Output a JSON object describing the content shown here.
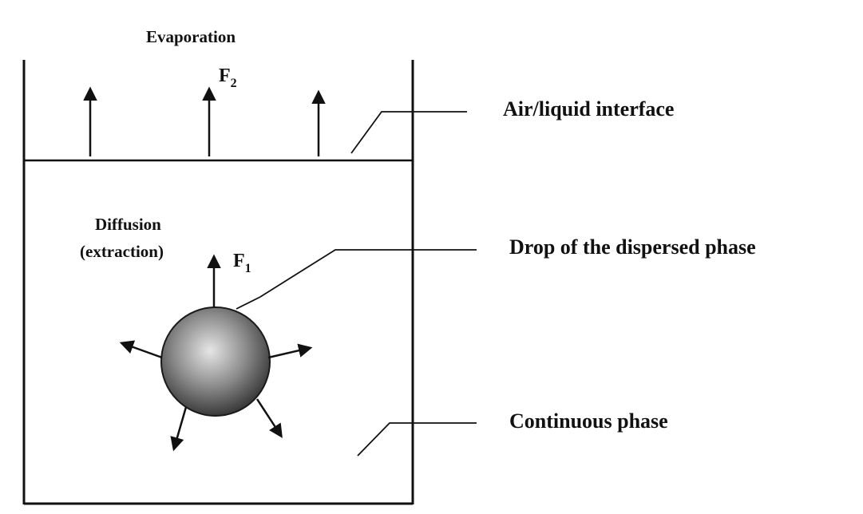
{
  "labels": {
    "evaporation": "Evaporation",
    "f2": "F",
    "f2_sub": "2",
    "air_liquid_interface": "Air/liquid interface",
    "diffusion": "Diffusion",
    "extraction": "(extraction)",
    "f1": "F",
    "f1_sub": "1",
    "drop": "Drop of the dispersed phase",
    "continuous": "Continuous phase"
  },
  "colors": {
    "ink": "#111111",
    "drop_highlight": "#e6e6e6",
    "drop_mid": "#8c8c8c",
    "drop_edge": "#3a3a3a"
  }
}
